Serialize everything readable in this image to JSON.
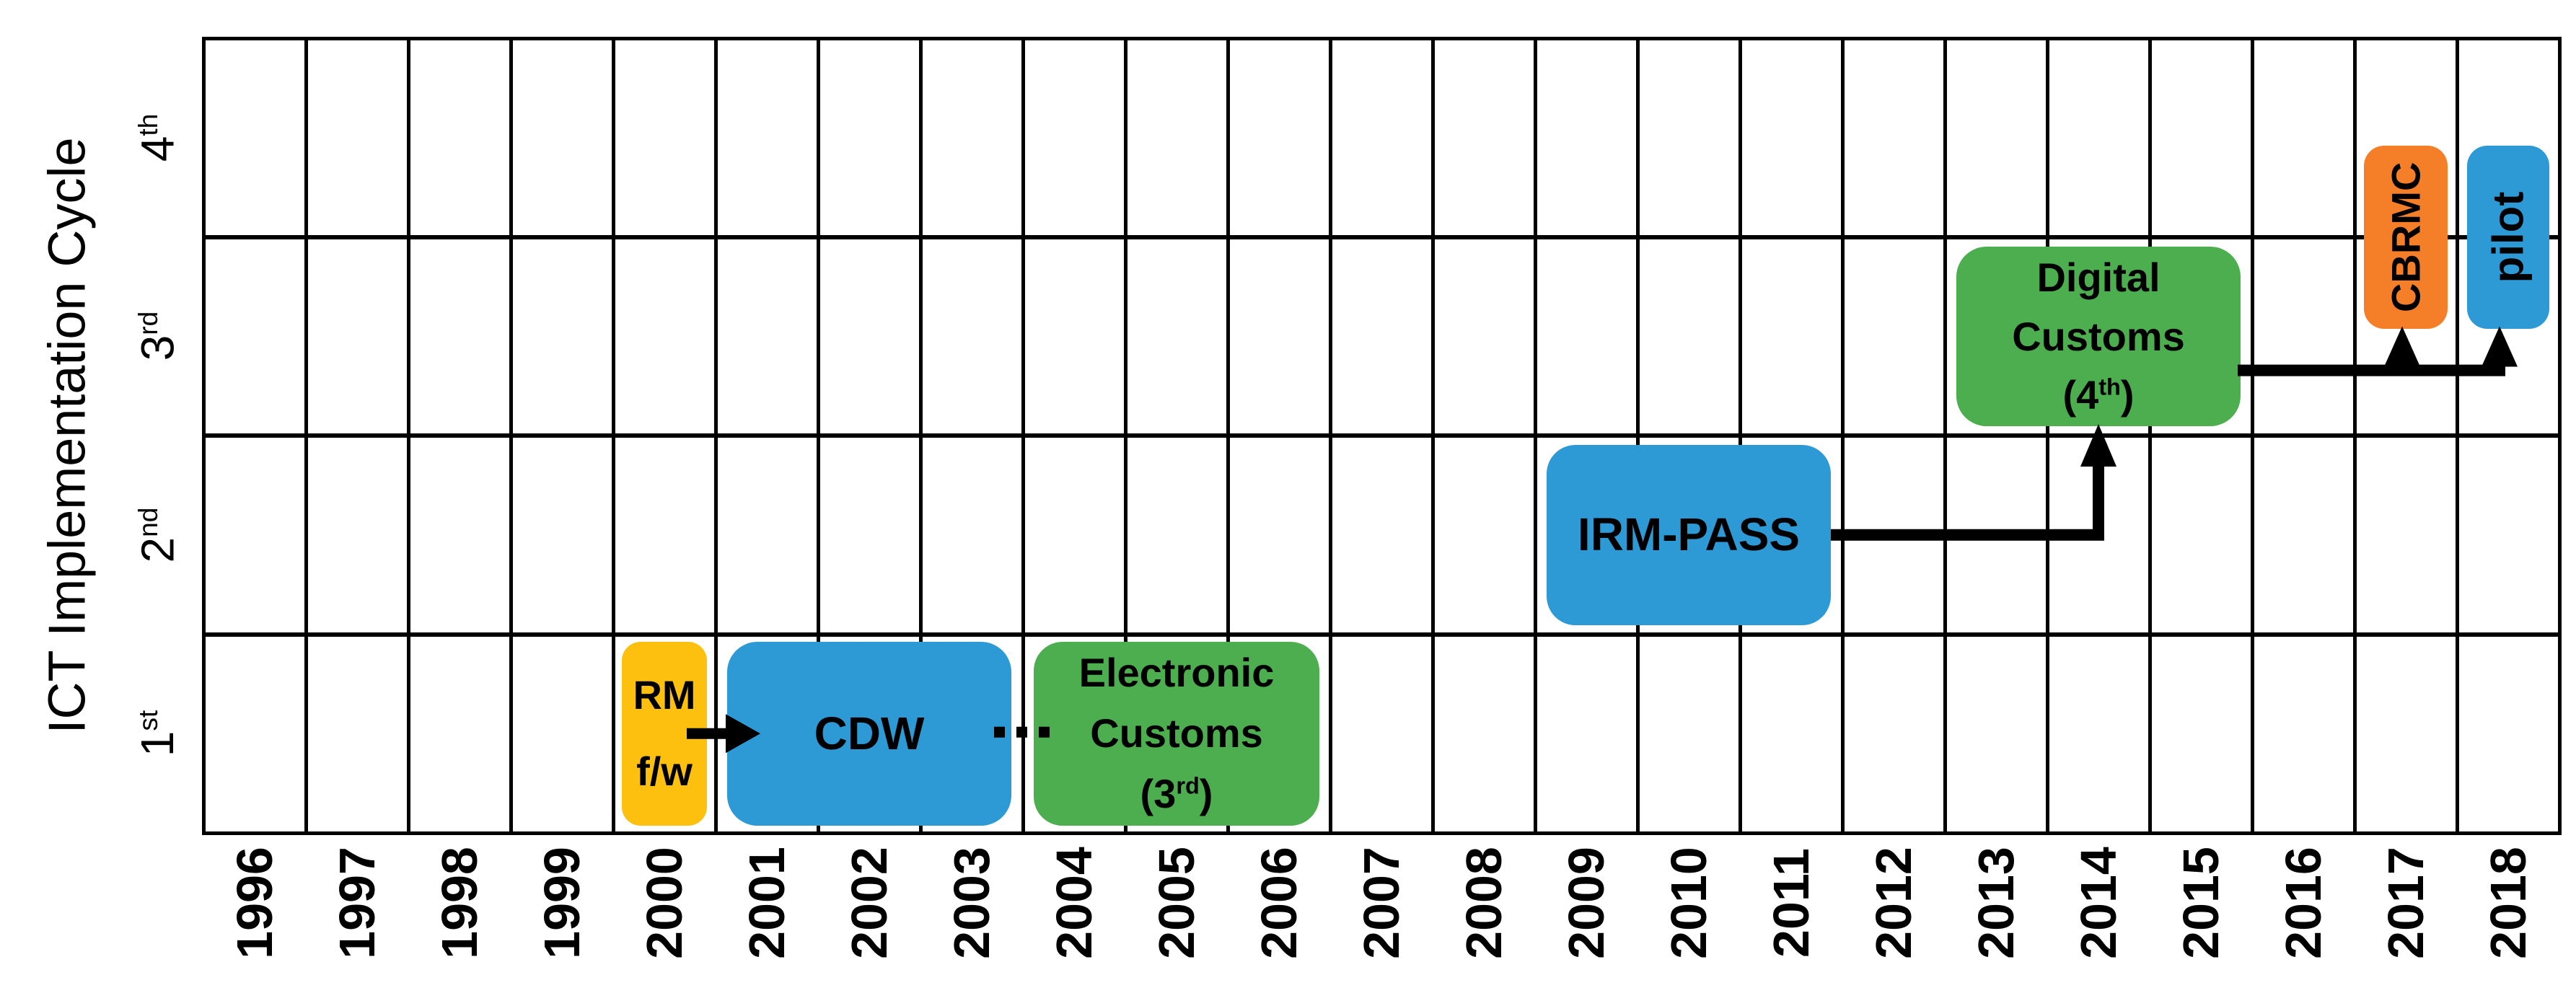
{
  "chart_data": {
    "type": "timeline",
    "title": "",
    "y_axis_title": "ICT Implementation Cycle",
    "x_range": [
      1996,
      2019
    ],
    "x_tick_labels": [
      "1996",
      "1997",
      "1998",
      "1999",
      "2000",
      "2001",
      "2002",
      "2003",
      "2004",
      "2005",
      "2006",
      "2007",
      "2008",
      "2009",
      "2010",
      "2011",
      "2012",
      "2013",
      "2014",
      "2015",
      "2016",
      "2017",
      "2018"
    ],
    "y_tick_labels": [
      {
        "base": "1",
        "sup": "st"
      },
      {
        "base": "2",
        "sup": "nd"
      },
      {
        "base": "3",
        "sup": "rd"
      },
      {
        "base": "4",
        "sup": "th"
      }
    ],
    "grid": true,
    "legend": false,
    "colors": {
      "blue": "#2E9AD5",
      "green": "#4CAE4F",
      "yellow": "#FEC00F",
      "orange": "#F57E29",
      "line": "#000000",
      "text": "#000000",
      "background": "#ffffff"
    },
    "boxes": [
      {
        "id": "rm-fw",
        "label": "RM f/w",
        "lines": [
          [
            "RM"
          ],
          [
            "f/w"
          ]
        ],
        "cycle": "1st",
        "start_year": 2000,
        "end_year": 2000,
        "color_key": "yellow",
        "vertical_text": false
      },
      {
        "id": "cdw",
        "label": "CDW",
        "lines": [
          [
            "CDW"
          ]
        ],
        "cycle": "1st",
        "start_year": 2001,
        "end_year": 2003,
        "color_key": "blue",
        "vertical_text": false
      },
      {
        "id": "electronic-customs",
        "label": "Electronic Customs (3rd)",
        "lines": [
          [
            "Electronic"
          ],
          [
            "Customs"
          ],
          [
            "(3",
            "rd",
            ")"
          ]
        ],
        "cycle": "1st",
        "start_year": 2004,
        "end_year": 2006,
        "color_key": "green",
        "vertical_text": false
      },
      {
        "id": "irm-pass",
        "label": "IRM-PASS",
        "lines": [
          [
            "IRM-PASS"
          ]
        ],
        "cycle": "2nd",
        "start_year": 2009,
        "end_year": 2011,
        "color_key": "blue",
        "vertical_text": false
      },
      {
        "id": "digital-customs",
        "label": "Digital Customs (4th)",
        "lines": [
          [
            "Digital"
          ],
          [
            "Customs"
          ],
          [
            "(4",
            "th",
            ")"
          ]
        ],
        "cycle": "3rd",
        "start_year": 2013,
        "end_year": 2015,
        "color_key": "green",
        "vertical_text": false
      },
      {
        "id": "cbrmc",
        "label": "CBRMC",
        "lines": [
          [
            "CBRMC"
          ]
        ],
        "cycle": "4th",
        "start_year": 2017,
        "end_year": 2017,
        "color_key": "orange",
        "vertical_text": true,
        "straddles_rows": [
          "3rd",
          "4th"
        ]
      },
      {
        "id": "pilot",
        "label": "pilot",
        "lines": [
          [
            "pilot"
          ]
        ],
        "cycle": "4th",
        "start_year": 2018,
        "end_year": 2018,
        "color_key": "blue",
        "vertical_text": true,
        "straddles_rows": [
          "3rd",
          "4th"
        ]
      }
    ],
    "connectors": [
      {
        "type": "solid-arrow",
        "from": "rm-fw",
        "to": "cdw"
      },
      {
        "type": "dotted-link",
        "from": "cdw",
        "to": "electronic-customs"
      },
      {
        "type": "elbow-arrow",
        "from": "irm-pass",
        "to": "digital-customs"
      },
      {
        "type": "elbow-arrow-branch",
        "from": "digital-customs",
        "to": [
          "cbrmc",
          "pilot"
        ]
      }
    ]
  }
}
